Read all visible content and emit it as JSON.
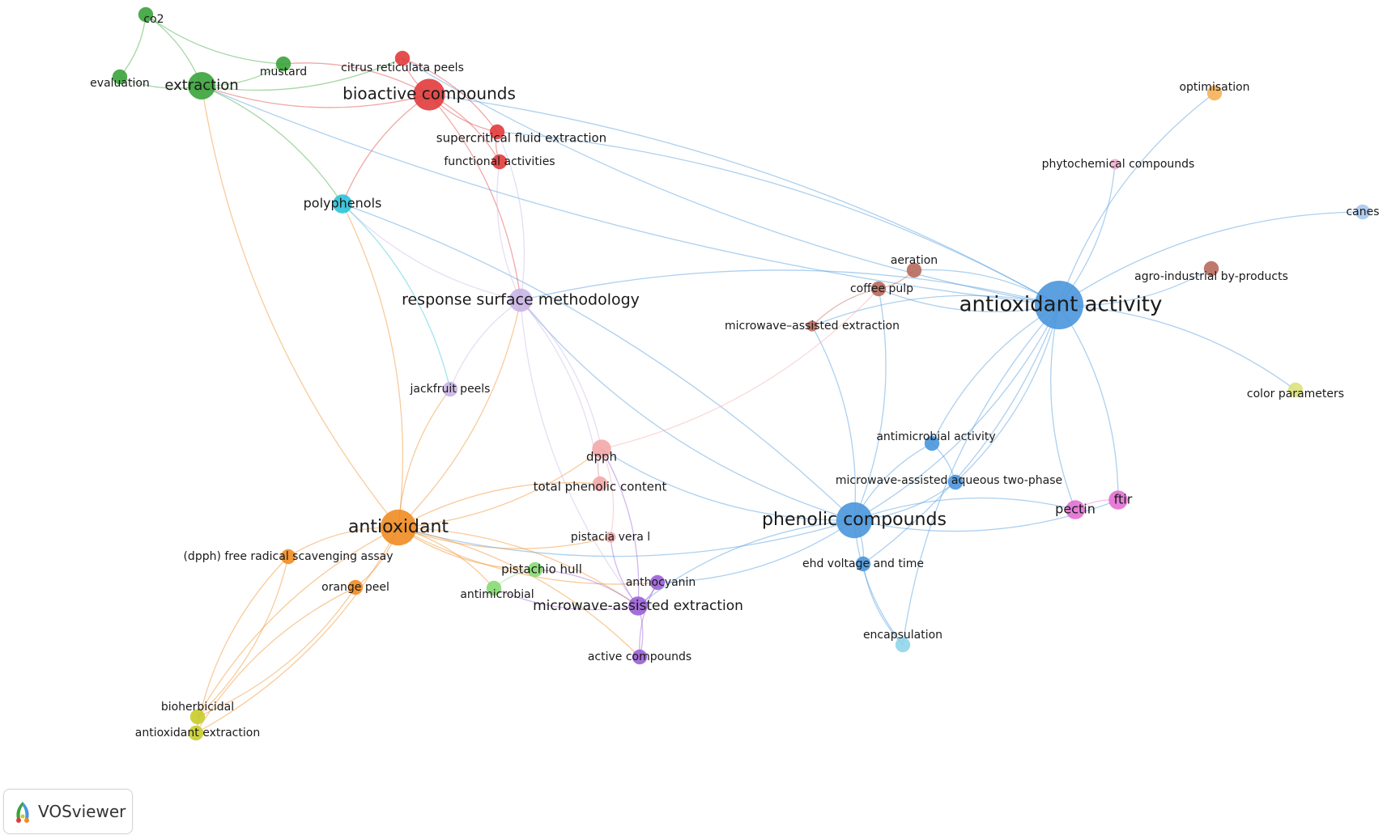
{
  "app": {
    "brand": "VOSviewer"
  },
  "icons": {
    "logo": "vosviewer-logo-icon"
  },
  "cluster_colors": {
    "red": "#e23b3b",
    "green": "#3aa33a",
    "blue": "#4a96dc",
    "cyan": "#2cc3d9",
    "orange": "#f08c22",
    "yellow": "#c8cc2a",
    "purple": "#9a5fd6",
    "lavender": "#c9b4e6",
    "pink": "#e36fd3",
    "light_pink": "#f3a8a8",
    "light_green": "#86dc74",
    "brown": "#b86a5c",
    "light_orange": "#f6b158",
    "light_blue": "#a9c6ee",
    "rose": "#f1b4cc",
    "gray": "#bfbfbf",
    "sky": "#8fd6ea",
    "light_yellow": "#dbe27c"
  },
  "nodes": [
    {
      "id": "antioxidant_activity",
      "label": "antioxidant activity",
      "cluster": "blue",
      "weight": 10
    },
    {
      "id": "phenolic_compounds",
      "label": "phenolic compounds",
      "cluster": "blue",
      "weight": 7
    },
    {
      "id": "antioxidant",
      "label": "antioxidant",
      "cluster": "orange",
      "weight": 7
    },
    {
      "id": "bioactive_compounds",
      "label": "bioactive compounds",
      "cluster": "red",
      "weight": 6
    },
    {
      "id": "extraction",
      "label": "extraction",
      "cluster": "green",
      "weight": 5
    },
    {
      "id": "response_surface_methodology",
      "label": "response surface methodology",
      "cluster": "lavender",
      "weight": 4
    },
    {
      "id": "microwave_assisted_extraction",
      "label": "microwave-assisted extraction",
      "cluster": "purple",
      "weight": 3
    },
    {
      "id": "co2",
      "label": "co2",
      "cluster": "green",
      "weight": 2
    },
    {
      "id": "evaluation",
      "label": "evaluation",
      "cluster": "green",
      "weight": 2
    },
    {
      "id": "mustard",
      "label": "mustard",
      "cluster": "green",
      "weight": 2
    },
    {
      "id": "citrus_reticulata_peels",
      "label": "citrus reticulata peels",
      "cluster": "red",
      "weight": 2
    },
    {
      "id": "supercritical_fluid_extraction",
      "label": "supercritical fluid extraction",
      "cluster": "red",
      "weight": 2
    },
    {
      "id": "functional_activities",
      "label": "functional activities",
      "cluster": "red",
      "weight": 2
    },
    {
      "id": "polyphenols",
      "label": "polyphenols",
      "cluster": "cyan",
      "weight": 3
    },
    {
      "id": "jackfruit_peels",
      "label": "jackfruit peels",
      "cluster": "lavender",
      "weight": 2
    },
    {
      "id": "dpph",
      "label": "dpph",
      "cluster": "light_pink",
      "weight": 3
    },
    {
      "id": "total_phenolic_content",
      "label": "total phenolic content",
      "cluster": "light_pink",
      "weight": 2
    },
    {
      "id": "pistacia_vera_l",
      "label": "pistacia vera l",
      "cluster": "light_pink",
      "weight": 1
    },
    {
      "id": "pistachio_hull",
      "label": "pistachio hull",
      "cluster": "light_green",
      "weight": 2
    },
    {
      "id": "antimicrobial",
      "label": "antimicrobial",
      "cluster": "light_green",
      "weight": 2
    },
    {
      "id": "anthocyanin",
      "label": "anthocyanin",
      "cluster": "purple",
      "weight": 2
    },
    {
      "id": "active_compounds",
      "label": "active compounds",
      "cluster": "purple",
      "weight": 2
    },
    {
      "id": "dpph_free_radical_scavenging_assay",
      "label": "(dpph) free radical scavenging assay",
      "cluster": "orange",
      "weight": 2
    },
    {
      "id": "orange_peel",
      "label": "orange peel",
      "cluster": "orange",
      "weight": 2
    },
    {
      "id": "bioherbicidal",
      "label": "bioherbicidal",
      "cluster": "yellow",
      "weight": 2
    },
    {
      "id": "antioxidant_extraction",
      "label": "antioxidant extraction",
      "cluster": "yellow",
      "weight": 2
    },
    {
      "id": "optimisation",
      "label": "optimisation",
      "cluster": "light_orange",
      "weight": 2
    },
    {
      "id": "phytochemical_compounds",
      "label": "phytochemical compounds",
      "cluster": "rose",
      "weight": 1
    },
    {
      "id": "canes",
      "label": "canes",
      "cluster": "light_blue",
      "weight": 2
    },
    {
      "id": "aeration",
      "label": "aeration",
      "cluster": "brown",
      "weight": 2
    },
    {
      "id": "coffee_pulp",
      "label": "coffee pulp",
      "cluster": "brown",
      "weight": 2
    },
    {
      "id": "agro_industrial_by_products",
      "label": "agro-industrial by-products",
      "cluster": "brown",
      "weight": 2
    },
    {
      "id": "microwave_assisted_extraction_2",
      "label": "microwave–assisted extraction",
      "cluster": "brown",
      "weight": 1
    },
    {
      "id": "color_parameters",
      "label": "color parameters",
      "cluster": "light_yellow",
      "weight": 2
    },
    {
      "id": "antimicrobial_activity",
      "label": "antimicrobial activity",
      "cluster": "blue",
      "weight": 2
    },
    {
      "id": "microwave_assisted_aqueous_two_phase",
      "label": "microwave-assisted aqueous two-phase",
      "cluster": "blue",
      "weight": 2
    },
    {
      "id": "ehd_voltage_and_time",
      "label": "ehd voltage and time",
      "cluster": "blue",
      "weight": 2
    },
    {
      "id": "encapsulation",
      "label": "encapsulation",
      "cluster": "sky",
      "weight": 2
    },
    {
      "id": "pectin",
      "label": "pectin",
      "cluster": "pink",
      "weight": 3
    },
    {
      "id": "ftir",
      "label": "ftir",
      "cluster": "pink",
      "weight": 3
    }
  ],
  "edges": [
    [
      "antioxidant_activity",
      "phenolic_compounds"
    ],
    [
      "antioxidant_activity",
      "bioactive_compounds"
    ],
    [
      "antioxidant_activity",
      "extraction"
    ],
    [
      "antioxidant_activity",
      "response_surface_methodology"
    ],
    [
      "antioxidant_activity",
      "optimisation"
    ],
    [
      "antioxidant_activity",
      "phytochemical_compounds"
    ],
    [
      "antioxidant_activity",
      "canes"
    ],
    [
      "antioxidant_activity",
      "aeration"
    ],
    [
      "antioxidant_activity",
      "coffee_pulp"
    ],
    [
      "antioxidant_activity",
      "agro_industrial_by_products"
    ],
    [
      "antioxidant_activity",
      "color_parameters"
    ],
    [
      "antioxidant_activity",
      "antimicrobial_activity"
    ],
    [
      "antioxidant_activity",
      "microwave_assisted_aqueous_two_phase"
    ],
    [
      "antioxidant_activity",
      "pectin"
    ],
    [
      "antioxidant_activity",
      "ftir"
    ],
    [
      "antioxidant_activity",
      "microwave_assisted_extraction_2"
    ],
    [
      "antioxidant_activity",
      "ehd_voltage_and_time"
    ],
    [
      "antioxidant_activity",
      "encapsulation"
    ],
    [
      "antioxidant_activity",
      "citrus_reticulata_peels"
    ],
    [
      "antioxidant_activity",
      "supercritical_fluid_extraction"
    ],
    [
      "phenolic_compounds",
      "antioxidant"
    ],
    [
      "phenolic_compounds",
      "microwave_assisted_extraction"
    ],
    [
      "phenolic_compounds",
      "pectin"
    ],
    [
      "phenolic_compounds",
      "ftir"
    ],
    [
      "phenolic_compounds",
      "ehd_voltage_and_time"
    ],
    [
      "phenolic_compounds",
      "encapsulation"
    ],
    [
      "phenolic_compounds",
      "antimicrobial_activity"
    ],
    [
      "phenolic_compounds",
      "microwave_assisted_aqueous_two_phase"
    ],
    [
      "phenolic_compounds",
      "response_surface_methodology"
    ],
    [
      "phenolic_compounds",
      "polyphenols"
    ],
    [
      "phenolic_compounds",
      "dpph"
    ],
    [
      "phenolic_compounds",
      "coffee_pulp"
    ],
    [
      "phenolic_compounds",
      "anthocyanin"
    ],
    [
      "phenolic_compounds",
      "microwave_assisted_extraction_2"
    ],
    [
      "antioxidant",
      "extraction"
    ],
    [
      "antioxidant",
      "polyphenols"
    ],
    [
      "antioxidant",
      "jackfruit_peels"
    ],
    [
      "antioxidant",
      "dpph"
    ],
    [
      "antioxidant",
      "total_phenolic_content"
    ],
    [
      "antioxidant",
      "pistachio_hull"
    ],
    [
      "antioxidant",
      "antimicrobial"
    ],
    [
      "antioxidant",
      "anthocyanin"
    ],
    [
      "antioxidant",
      "microwave_assisted_extraction"
    ],
    [
      "antioxidant",
      "dpph_free_radical_scavenging_assay"
    ],
    [
      "antioxidant",
      "orange_peel"
    ],
    [
      "antioxidant",
      "bioherbicidal"
    ],
    [
      "antioxidant",
      "antioxidant_extraction"
    ],
    [
      "antioxidant",
      "response_surface_methodology"
    ],
    [
      "antioxidant",
      "active_compounds"
    ],
    [
      "antioxidant",
      "pistacia_vera_l"
    ],
    [
      "bioactive_compounds",
      "extraction"
    ],
    [
      "bioactive_compounds",
      "mustard"
    ],
    [
      "bioactive_compounds",
      "citrus_reticulata_peels"
    ],
    [
      "bioactive_compounds",
      "supercritical_fluid_extraction"
    ],
    [
      "bioactive_compounds",
      "functional_activities"
    ],
    [
      "bioactive_compounds",
      "polyphenols"
    ],
    [
      "bioactive_compounds",
      "response_surface_methodology"
    ],
    [
      "extraction",
      "co2"
    ],
    [
      "extraction",
      "evaluation"
    ],
    [
      "extraction",
      "mustard"
    ],
    [
      "extraction",
      "polyphenols"
    ],
    [
      "extraction",
      "citrus_reticulata_peels"
    ],
    [
      "co2",
      "evaluation"
    ],
    [
      "co2",
      "mustard"
    ],
    [
      "response_surface_methodology",
      "polyphenols"
    ],
    [
      "response_surface_methodology",
      "jackfruit_peels"
    ],
    [
      "response_surface_methodology",
      "dpph"
    ],
    [
      "response_surface_methodology",
      "microwave_assisted_extraction"
    ],
    [
      "response_surface_methodology",
      "functional_activities"
    ],
    [
      "response_surface_methodology",
      "supercritical_fluid_extraction"
    ],
    [
      "response_surface_methodology",
      "total_phenolic_content"
    ],
    [
      "microwave_assisted_extraction",
      "anthocyanin"
    ],
    [
      "microwave_assisted_extraction",
      "active_compounds"
    ],
    [
      "microwave_assisted_extraction",
      "pistachio_hull"
    ],
    [
      "microwave_assisted_extraction",
      "pistacia_vera_l"
    ],
    [
      "microwave_assisted_extraction",
      "dpph"
    ],
    [
      "microwave_assisted_extraction",
      "antimicrobial"
    ],
    [
      "dpph",
      "total_phenolic_content"
    ],
    [
      "dpph",
      "pistacia_vera_l"
    ],
    [
      "dpph",
      "coffee_pulp"
    ],
    [
      "dpph_free_radical_scavenging_assay",
      "bioherbicidal"
    ],
    [
      "dpph_free_radical_scavenging_assay",
      "antioxidant_extraction"
    ],
    [
      "orange_peel",
      "bioherbicidal"
    ],
    [
      "orange_peel",
      "antioxidant_extraction"
    ],
    [
      "bioherbicidal",
      "antioxidant_extraction"
    ],
    [
      "pistachio_hull",
      "antimicrobial"
    ],
    [
      "aeration",
      "coffee_pulp"
    ],
    [
      "coffee_pulp",
      "microwave_assisted_extraction_2"
    ],
    [
      "pectin",
      "ftir"
    ],
    [
      "ehd_voltage_and_time",
      "encapsulation"
    ],
    [
      "polyphenols",
      "jackfruit_peels"
    ],
    [
      "supercritical_fluid_extraction",
      "functional_activities"
    ],
    [
      "citrus_reticulata_peels",
      "supercritical_fluid_extraction"
    ],
    [
      "anthocyanin",
      "active_compounds"
    ],
    [
      "antimicrobial_activity",
      "microwave_assisted_aqueous_two_phase"
    ]
  ]
}
